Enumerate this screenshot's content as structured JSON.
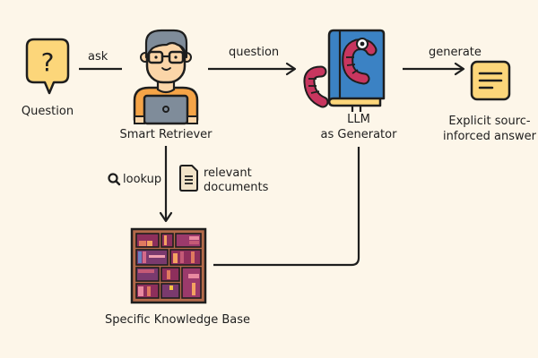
{
  "colors": {
    "background": "#fdf6e9",
    "stroke": "#1e1e1e",
    "yellow": "#fcd67a",
    "orange": "#f5a447",
    "skin": "#fbd5a8",
    "hair": "#7f8c9a",
    "laptop": "#7f8c9a",
    "book_blue": "#3b82c4",
    "worm": "#c8365f",
    "shelf_brown": "#b46a4a",
    "doc_beige": "#f1e3c8"
  },
  "nodes": {
    "question": {
      "label": "Question",
      "icon": "question-bubble-icon"
    },
    "retriever": {
      "label": "Smart Retriever",
      "icon": "person-laptop-icon"
    },
    "llm": {
      "label_line1": "LLM",
      "label_line2": "as Generator",
      "icon": "book-worm-icon"
    },
    "answer": {
      "label_line1": "Explicit sourc-",
      "label_line2": "inforced answer",
      "icon": "answer-note-icon"
    },
    "knowledge_base": {
      "label": "Specific Knowledge Base",
      "icon": "bookshelf-icon"
    }
  },
  "edges": {
    "ask": {
      "label": "ask"
    },
    "question": {
      "label": "question"
    },
    "generate": {
      "label": "generate"
    },
    "lookup": {
      "label": "lookup",
      "icon": "search-icon"
    },
    "relevant_docs": {
      "label_line1": "relevant",
      "label_line2": "documents",
      "icon": "document-icon"
    }
  }
}
